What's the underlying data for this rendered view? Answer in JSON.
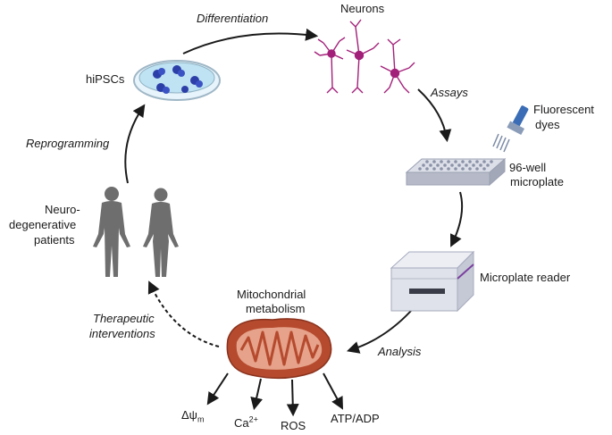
{
  "labels": {
    "neurons": "Neurons",
    "differentiation": "Differentiation",
    "hipscs": "hiPSCs",
    "assays": "Assays",
    "fluorescent": "Fluorescent",
    "dyes": "dyes",
    "well96": "96-well",
    "microplate": "microplate",
    "reprogramming": "Reprogramming",
    "neuro": "Neuro-",
    "degenerative": "degenerative",
    "patients": "patients",
    "microplate_reader": "Microplate reader",
    "mito_line1": "Mitochondrial",
    "mito_line2": "metabolism",
    "therapeutic_line1": "Therapeutic",
    "therapeutic_line2": "interventions",
    "analysis": "Analysis"
  },
  "outputs": {
    "delta_psi": "Δψ",
    "delta_psi_sub": "m",
    "calcium": "Ca",
    "calcium_sup": "2+",
    "ros": "ROS",
    "atp_adp": "ATP/ADP"
  },
  "colors": {
    "arrow": "#1a1a1a",
    "neuron": "#a3207a",
    "dish_fill": "#bfe3f2",
    "cells": "#2c3fa8",
    "human": "#6e6e6e",
    "mito_outer": "#b54a2e",
    "mito_inner": "#e6a28a",
    "plate": "#c9ccd6",
    "reader": "#d9dbe4"
  }
}
